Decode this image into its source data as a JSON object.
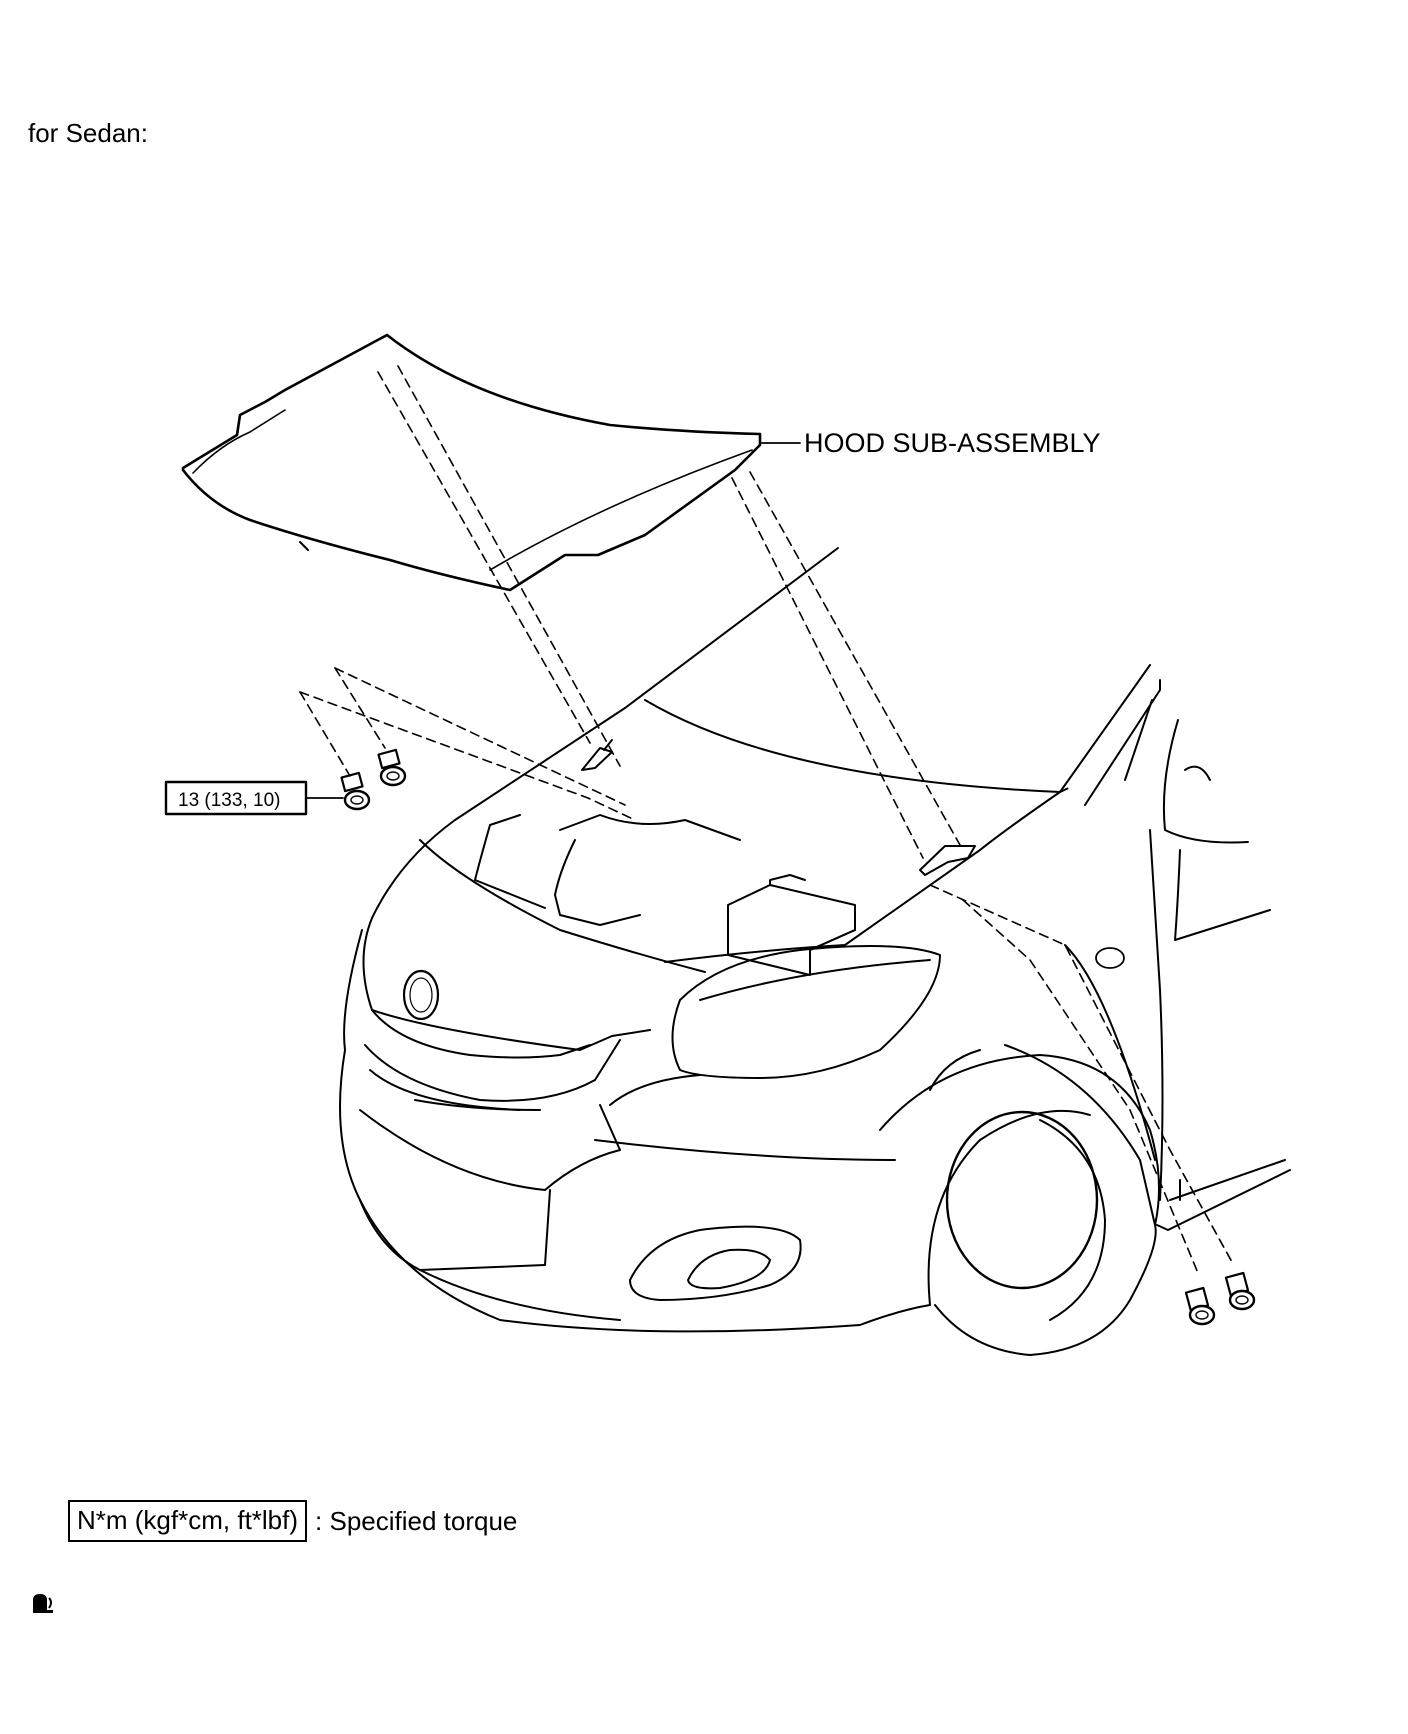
{
  "caption": "for Sedan:",
  "parts": {
    "hood_label": "HOOD SUB-ASSEMBLY",
    "torque_spec": "13 (133, 10)"
  },
  "legend": {
    "box_text": "N*m (kgf*cm, ft*lbf)",
    "description": ": Specified torque"
  }
}
